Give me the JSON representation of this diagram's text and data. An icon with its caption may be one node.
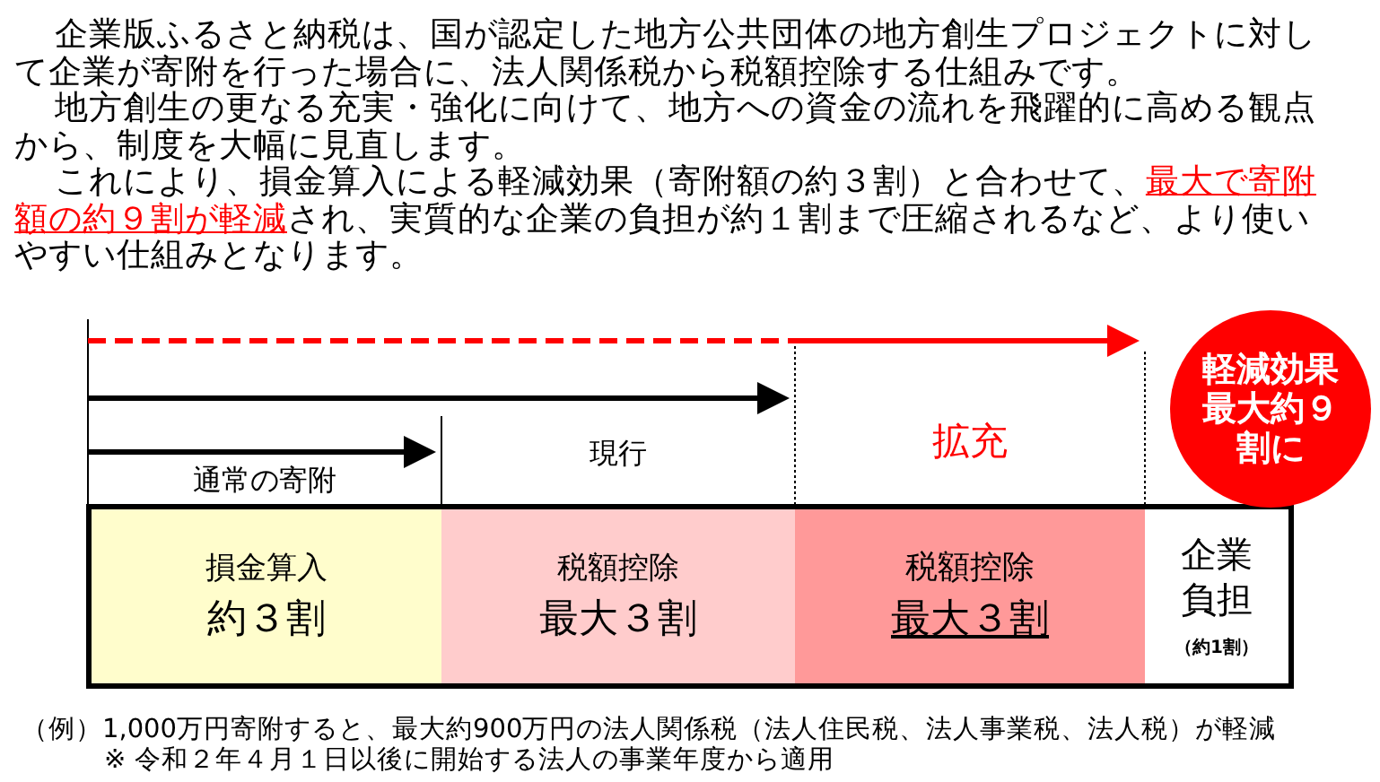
{
  "diagram": {
    "nodes": [
      {
        "text": [
          "損金算入",
          "約３割"
        ]
      },
      {
        "text": [
          "税額控除",
          "最大３割"
        ]
      },
      {
        "text": [
          "税額控除",
          "最大３割"
        ]
      },
      {
        "text": [
          "企業負担",
          "（約1割）"
        ]
      },
      {
        "text": [
          "軽減効果最大約９割に"
        ]
      }
    ],
    "labels": [
      "企業版ふるさと納税は、国が認定した地方公共団体の地方創生プロジェクトに対して企業が寄附を行った場合に、法人関係税から税額控除する仕組みです。",
      "地方創生の更なる充実・強化に向けて、地方への資金の流れを飛躍的に高める観点から、制度を大幅に見直します。",
      "これにより、損金算入による軽減効果（寄附額の約３割）と合わせて、",
      "最大で寄附額の約９割が軽減",
      "され、実質的な企業の負担が約１割まで圧縮されるなど、より使いやすい仕組みとなります。",
      "通常の寄附",
      "現行",
      "拡充",
      "（例）1,000万円寄附すると、最大約900万円の法人関係税（法人住民税、法人事業税、法人税）が軽減",
      "※ 令和２年４月１日以後に開始する法人の事業年度から適用"
    ]
  }
}
